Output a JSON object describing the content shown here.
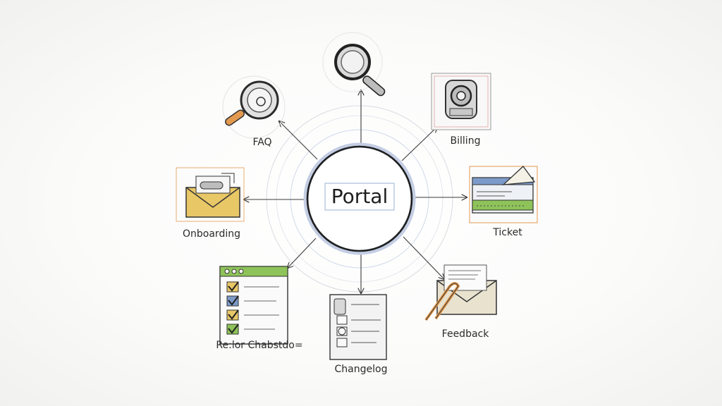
{
  "hub": {
    "label": "Portal"
  },
  "nodes": [
    {
      "id": "faq",
      "label": "FAQ",
      "icon": "magnifier-icon"
    },
    {
      "id": "search",
      "label": "",
      "icon": "magnifier-icon"
    },
    {
      "id": "billing",
      "label": "Billing",
      "icon": "webcam-device-icon"
    },
    {
      "id": "ticket",
      "label": "Ticket",
      "icon": "ticket-document-icon"
    },
    {
      "id": "feedback",
      "label": "Feedback",
      "icon": "envelope-paperclip-icon"
    },
    {
      "id": "changelog",
      "label": "Changelog",
      "icon": "changelog-document-icon"
    },
    {
      "id": "checklist",
      "label": "Re:lor Chabstdo=",
      "icon": "checklist-icon"
    },
    {
      "id": "onboarding",
      "label": "Onboarding",
      "icon": "open-envelope-icon"
    }
  ],
  "colors": {
    "ink": "#2b2b2b",
    "hub_glow": "#8fa3cf",
    "accent_orange": "#e39a4f",
    "accent_green": "#8ec35a",
    "accent_yellow": "#e8c766",
    "accent_blue": "#7c9ac9"
  }
}
